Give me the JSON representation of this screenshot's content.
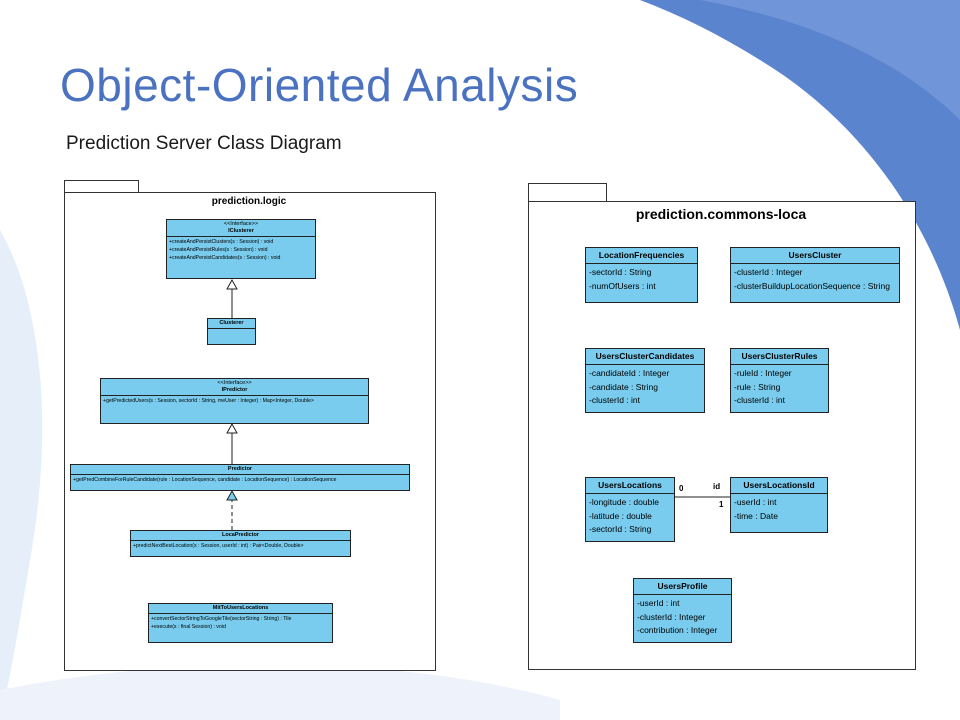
{
  "slide": {
    "title": "Object-Oriented Analysis",
    "subtitle": "Prediction Server Class Diagram"
  },
  "colors": {
    "title": "#4a72c0",
    "class_fill": "#79ccee",
    "swoosh": "#5b84cf"
  },
  "left_package": {
    "name": "prediction.logic",
    "classes": {
      "iclusterer": {
        "stereotype": "<<Interface>>",
        "name": "IClusterer",
        "ops": [
          "+createAndPersistClusters(s : Session) : void",
          "+createAndPersistRules(s : Session) : void",
          "+createAndPersistCandidates(s : Session) : void"
        ]
      },
      "clusterer": {
        "name": "Clusterer"
      },
      "ipredictor": {
        "stereotype": "<<Interface>>",
        "name": "IPredictor",
        "ops": [
          "+getPredictedUsers(s : Session, sectorId : String, meUser : Integer) : Map<Integer, Double>"
        ]
      },
      "predictor": {
        "name": "Predictor",
        "ops": [
          "+getPredCombineForRuleCandidate(rule : LocationSequence, candidate : LocationSequence) : LocationSequence"
        ]
      },
      "locapredictor": {
        "name": "LocaPredictor",
        "ops": [
          "+predictNextBestLocation(s : Session, userId : int) : Pair<Double, Double>"
        ]
      },
      "mittousers": {
        "name": "MitToUsersLocations",
        "ops": [
          "+convertSectorStringToGoogleTile(sectorString : String) : Tile",
          "+execute(s : final Session) : void"
        ]
      }
    }
  },
  "right_package": {
    "name": "prediction.commons-loca",
    "classes": {
      "locfreq": {
        "name": "LocationFrequencies",
        "attrs": [
          "-sectorId : String",
          "-numOfUsers : int"
        ]
      },
      "userscluster": {
        "name": "UsersCluster",
        "attrs": [
          "-clusterId : Integer",
          "-clusterBuildupLocationSequence : String"
        ]
      },
      "ucc": {
        "name": "UsersClusterCandidates",
        "attrs": [
          "-candidateId : Integer",
          "-candidate : String",
          "-clusterId : int"
        ]
      },
      "ucr": {
        "name": "UsersClusterRules",
        "attrs": [
          "-ruleId : Integer",
          "-rule : String",
          "-clusterId : int"
        ]
      },
      "userslocations": {
        "name": "UsersLocations",
        "attrs": [
          "-longitude : double",
          "-latitude : double",
          "-sectorId : String"
        ]
      },
      "userslocationsid": {
        "name": "UsersLocationsId",
        "attrs": [
          "-userId : int",
          "-time : Date"
        ]
      },
      "usersprofile": {
        "name": "UsersProfile",
        "attrs": [
          "-userId : int",
          "-clusterId : Integer",
          "-contribution : Integer"
        ]
      }
    },
    "association": {
      "role": "id",
      "mult_left": "0",
      "mult_right": "1"
    }
  }
}
